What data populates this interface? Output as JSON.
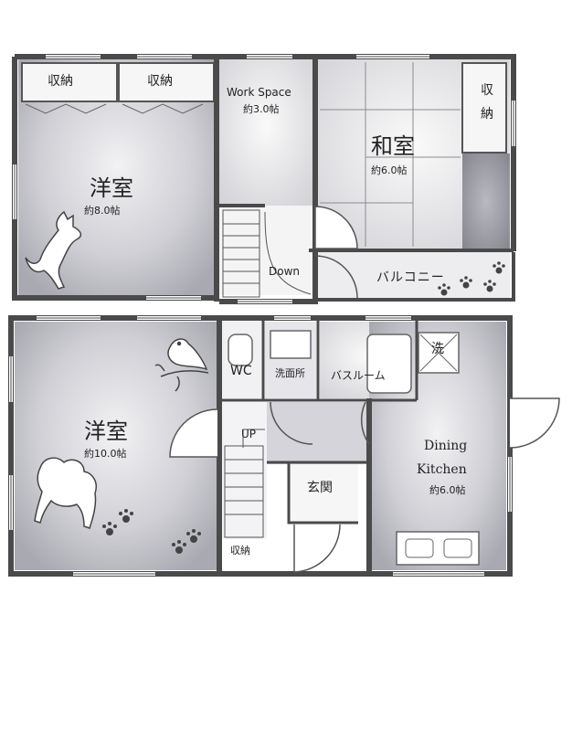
{
  "colors": {
    "wall": "#4a4a4a",
    "room_wash": "#c9c9ce",
    "dark_wash": "#9a9aa2",
    "light_wash": "#e4e4e8",
    "ink": "#222222"
  },
  "upper_floor": {
    "storage_left": "収納",
    "storage_right": "収納",
    "western_room": {
      "name": "洋室",
      "size": "約8.0帖"
    },
    "work_space": {
      "name": "Work Space",
      "size": "約3.0帖"
    },
    "japanese_room": {
      "name": "和室",
      "size": "約6.0帖"
    },
    "storage_vertical": "収納",
    "stairs_label": "Down",
    "balcony": "バルコニー"
  },
  "lower_floor": {
    "western_room": {
      "name": "洋室",
      "size": "約10.0帖"
    },
    "wc": "WC",
    "washroom": "洗面所",
    "bathroom": "バスルーム",
    "laundry": "洗",
    "stairs_label": "UP",
    "entrance": "玄関",
    "dining_kitchen": {
      "line1": "Dining",
      "line2": "Kitchen",
      "size": "約6.0帖"
    },
    "storage": "収納"
  },
  "icons": [
    "cat-silhouette-icon",
    "dog-silhouette-icon",
    "bird-on-branch-icon",
    "paw-prints-icon"
  ]
}
